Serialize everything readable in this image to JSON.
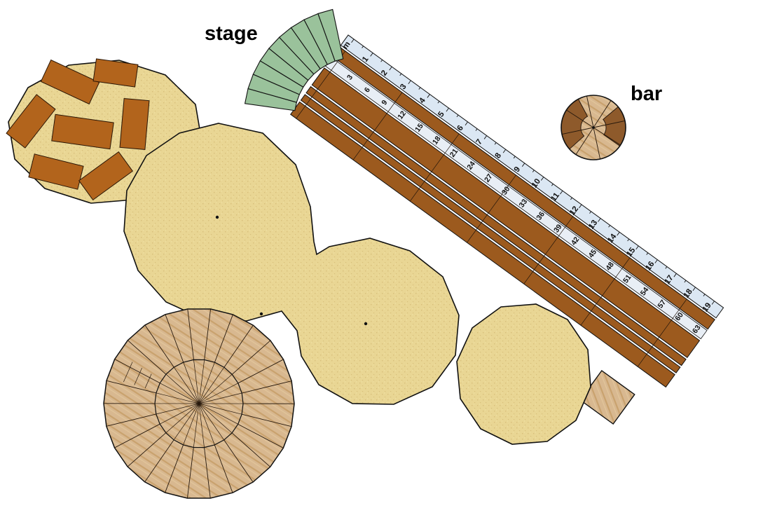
{
  "labels": {
    "stage": "stage",
    "bar": "bar"
  },
  "ruler": {
    "unit_label": "m",
    "meter_labels": [
      "1",
      "2",
      "3",
      "4",
      "5",
      "6",
      "7",
      "8",
      "9",
      "10",
      "11",
      "12",
      "13",
      "14",
      "15",
      "16",
      "17",
      "18",
      "19"
    ],
    "feet_labels": [
      "3",
      "6",
      "9",
      "12",
      "15",
      "18",
      "21",
      "24",
      "27",
      "30",
      "33",
      "36",
      "39",
      "42",
      "45",
      "48",
      "51",
      "54",
      "57",
      "60",
      "63"
    ]
  },
  "colors": {
    "background": "#ffffff",
    "sand": "#e9d694",
    "sand_speckle": "#d7bf7a",
    "wood": "#d8b890",
    "wood_stripe": "#c9a26e",
    "plank_brown": "#9c5a1e",
    "ruler_band": "#dbe7f3",
    "feet_band": "#e8eef5",
    "stage_green": "#9ac29b",
    "table_brown": "#b2641c",
    "bar_dark": "#8e5a2b",
    "line": "#111111"
  }
}
